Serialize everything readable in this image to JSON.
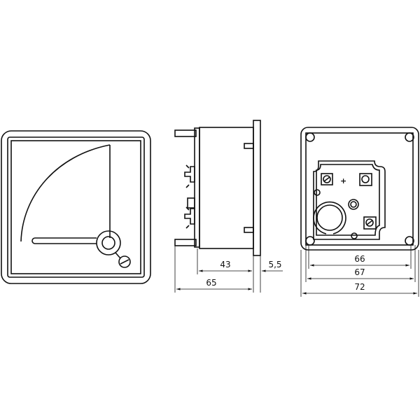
{
  "dimensions": {
    "depth_body": "43",
    "depth_total": "65",
    "front_thickness": "5,5",
    "width_inner": "66",
    "width_mid": "67",
    "width_outer": "72"
  },
  "labels": {
    "plus_terminal": "+"
  },
  "colors": {
    "line": "#111111",
    "background": "#ffffff"
  }
}
